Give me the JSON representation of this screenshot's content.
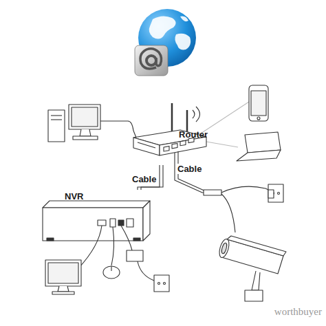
{
  "diagram": {
    "nodes": [
      {
        "text": [
          "Router"
        ]
      },
      {
        "text": [
          "NVR"
        ]
      }
    ],
    "edges": [
      {
        "from": 0,
        "to": 1,
        "arrow": "none",
        "label": "Cable"
      }
    ],
    "labels": [
      "Cable",
      "worthbuyer"
    ]
  }
}
